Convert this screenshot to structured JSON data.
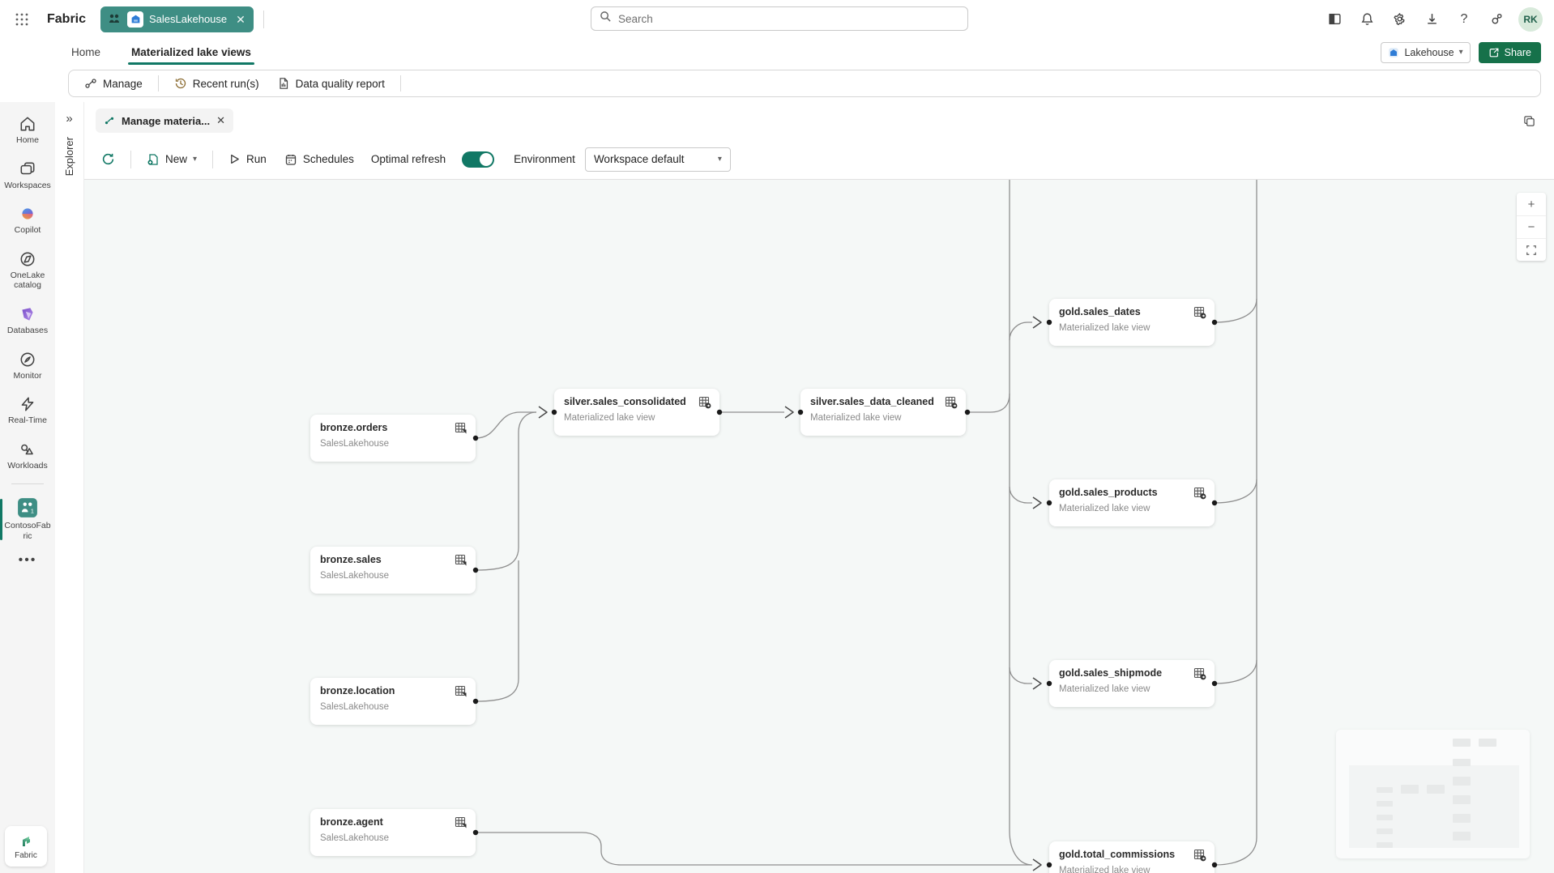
{
  "topbar": {
    "brand": "Fabric",
    "item_tab_label": "SalesLakehouse",
    "search_placeholder": "Search",
    "avatar_initials": "RK"
  },
  "nav": {
    "tabs": [
      {
        "label": "Home",
        "active": false
      },
      {
        "label": "Materialized lake views",
        "active": true
      }
    ],
    "type_button_label": "Lakehouse",
    "share_label": "Share"
  },
  "ribbon": {
    "manage": "Manage",
    "recent_runs": "Recent run(s)",
    "data_quality": "Data quality report"
  },
  "sidebar": {
    "items": [
      {
        "label": "Home"
      },
      {
        "label": "Workspaces"
      },
      {
        "label": "Copilot"
      },
      {
        "label": "OneLake catalog"
      },
      {
        "label": "Databases"
      },
      {
        "label": "Monitor"
      },
      {
        "label": "Real-Time"
      },
      {
        "label": "Workloads"
      },
      {
        "label": "ContosoFabric",
        "selected": true
      }
    ],
    "footer_label": "Fabric"
  },
  "explorer": {
    "label": "Explorer"
  },
  "doc_tab": {
    "label": "Manage materia..."
  },
  "toolbar": {
    "new_label": "New",
    "run_label": "Run",
    "schedules_label": "Schedules",
    "optimal_refresh_label": "Optimal refresh",
    "optimal_refresh_on": true,
    "environment_label": "Environment",
    "environment_value": "Workspace default"
  },
  "canvas": {
    "nodes": [
      {
        "title": "bronze.orders",
        "subtitle": "SalesLakehouse"
      },
      {
        "title": "bronze.sales",
        "subtitle": "SalesLakehouse"
      },
      {
        "title": "bronze.location",
        "subtitle": "SalesLakehouse"
      },
      {
        "title": "bronze.agent",
        "subtitle": "SalesLakehouse"
      },
      {
        "title": "silver.sales_consolidated",
        "subtitle": "Materialized lake view"
      },
      {
        "title": "silver.sales_data_cleaned",
        "subtitle": "Materialized lake view"
      },
      {
        "title": "gold.sales_dates",
        "subtitle": "Materialized lake view"
      },
      {
        "title": "gold.sales_products",
        "subtitle": "Materialized lake view"
      },
      {
        "title": "gold.sales_shipmode",
        "subtitle": "Materialized lake view"
      },
      {
        "title": "gold.total_commissions",
        "subtitle": "Materialized lake view"
      }
    ],
    "zoom_in": "+",
    "zoom_out": "−"
  },
  "colors": {
    "accent_teal": "#117865",
    "item_tab_teal": "#3e8e84",
    "share_green": "#16714a",
    "canvas_bg": "#f5f8f7",
    "edge_gray": "#8f8f8f"
  }
}
